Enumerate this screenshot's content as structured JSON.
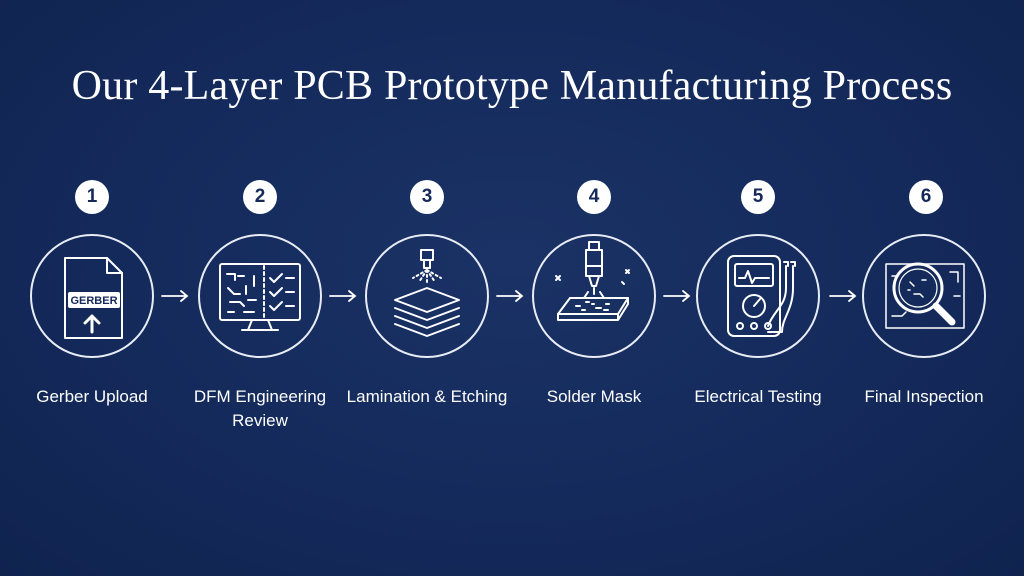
{
  "title": "Our 4-Layer PCB Prototype Manufacturing Process",
  "steps": [
    {
      "number": "1",
      "label": "Gerber Upload",
      "icon": "gerber-file-upload-icon",
      "file_text": "GERBER"
    },
    {
      "number": "2",
      "label": "DFM Engineering Review",
      "icon": "monitor-checklist-icon"
    },
    {
      "number": "3",
      "label": "Lamination & Etching",
      "icon": "layer-stack-spray-icon"
    },
    {
      "number": "4",
      "label": "Solder Mask",
      "icon": "solder-dispenser-board-icon"
    },
    {
      "number": "5",
      "label": "Electrical Testing",
      "icon": "multimeter-icon"
    },
    {
      "number": "6",
      "label": "Final Inspection",
      "icon": "magnifier-board-icon"
    }
  ],
  "colors": {
    "background": "#14295a",
    "foreground": "#ffffff"
  }
}
